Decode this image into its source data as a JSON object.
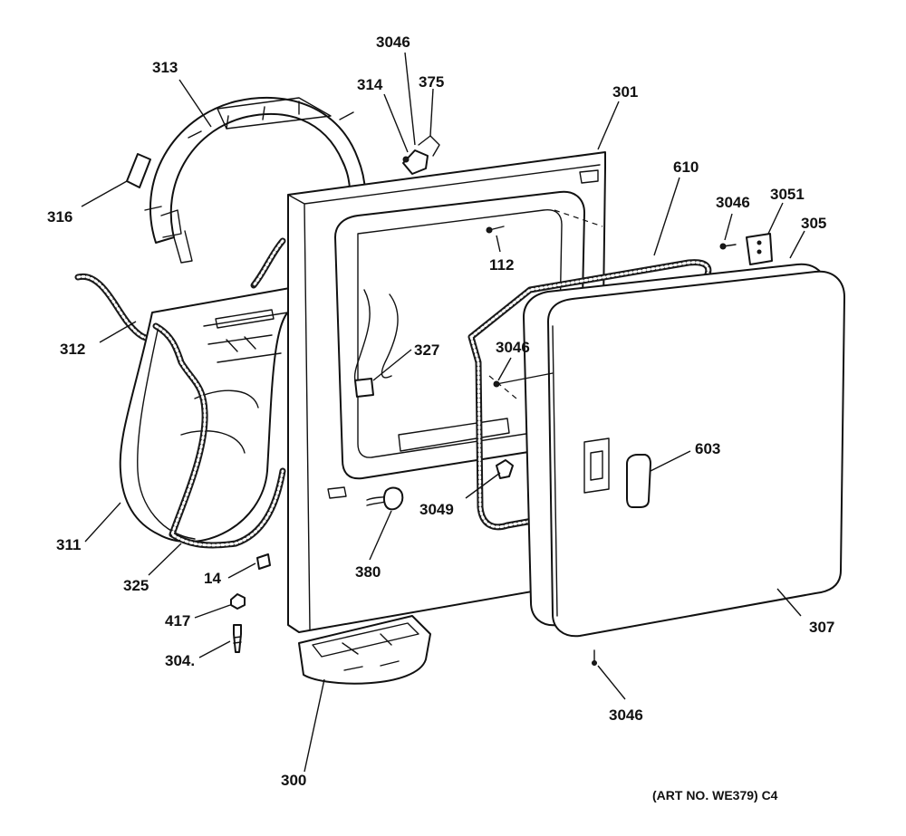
{
  "callouts": {
    "c3046_top": "3046",
    "c313": "313",
    "c314": "314",
    "c375": "375",
    "c301": "301",
    "c610": "610",
    "c316": "316",
    "c3046_hinge": "3046",
    "c3051": "3051",
    "c305": "305",
    "c112": "112",
    "c312": "312",
    "c327": "327",
    "c3046_door": "3046",
    "c603": "603",
    "c3049": "3049",
    "c311": "311",
    "c380": "380",
    "c14": "14",
    "c325": "325",
    "c417": "417",
    "c307": "307",
    "c304": "304.",
    "c3046_bottom": "3046",
    "c300": "300"
  },
  "art_number": "(ART NO. WE379) C4"
}
